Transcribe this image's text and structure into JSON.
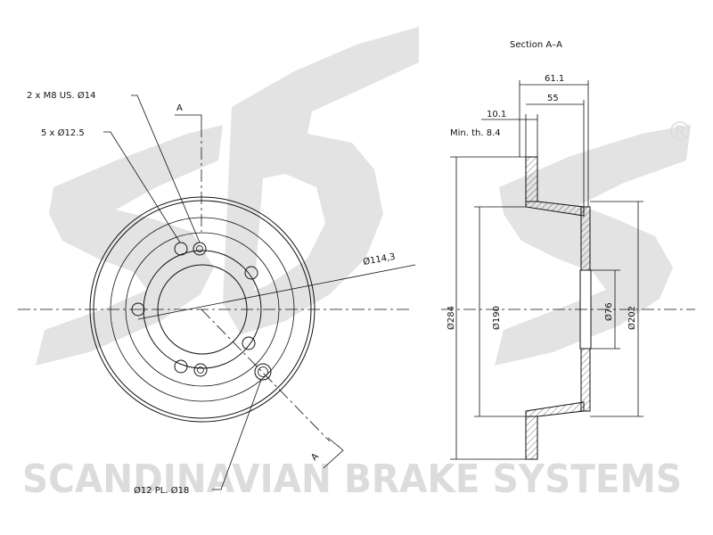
{
  "watermark": {
    "logo_text": "sbs",
    "registered_mark": "®",
    "company": "SCANDINAVIAN BRAKE SYSTEMS",
    "color": "#dcdcdc"
  },
  "front_view": {
    "section_marker_top": "A",
    "section_marker_bottom": "A",
    "callout_threads": "2 x M8 US. Ø14",
    "callout_holes": "5 x Ø12.5",
    "callout_pcd": "Ø114,3",
    "callout_bottom": "Ø12 PL. Ø18"
  },
  "section_view": {
    "title": "Section A–A",
    "dim_overall_width": "61.1",
    "dim_hat_height": "55",
    "dim_thickness": "10.1",
    "min_thickness": "Min. th. 8.4",
    "dia_outer": "Ø284",
    "dia_friction_inner": "Ø190",
    "dia_center_bore": "Ø76",
    "dia_hat": "Ø202"
  },
  "colors": {
    "line": "#111111",
    "watermark": "#dcdcdc"
  }
}
